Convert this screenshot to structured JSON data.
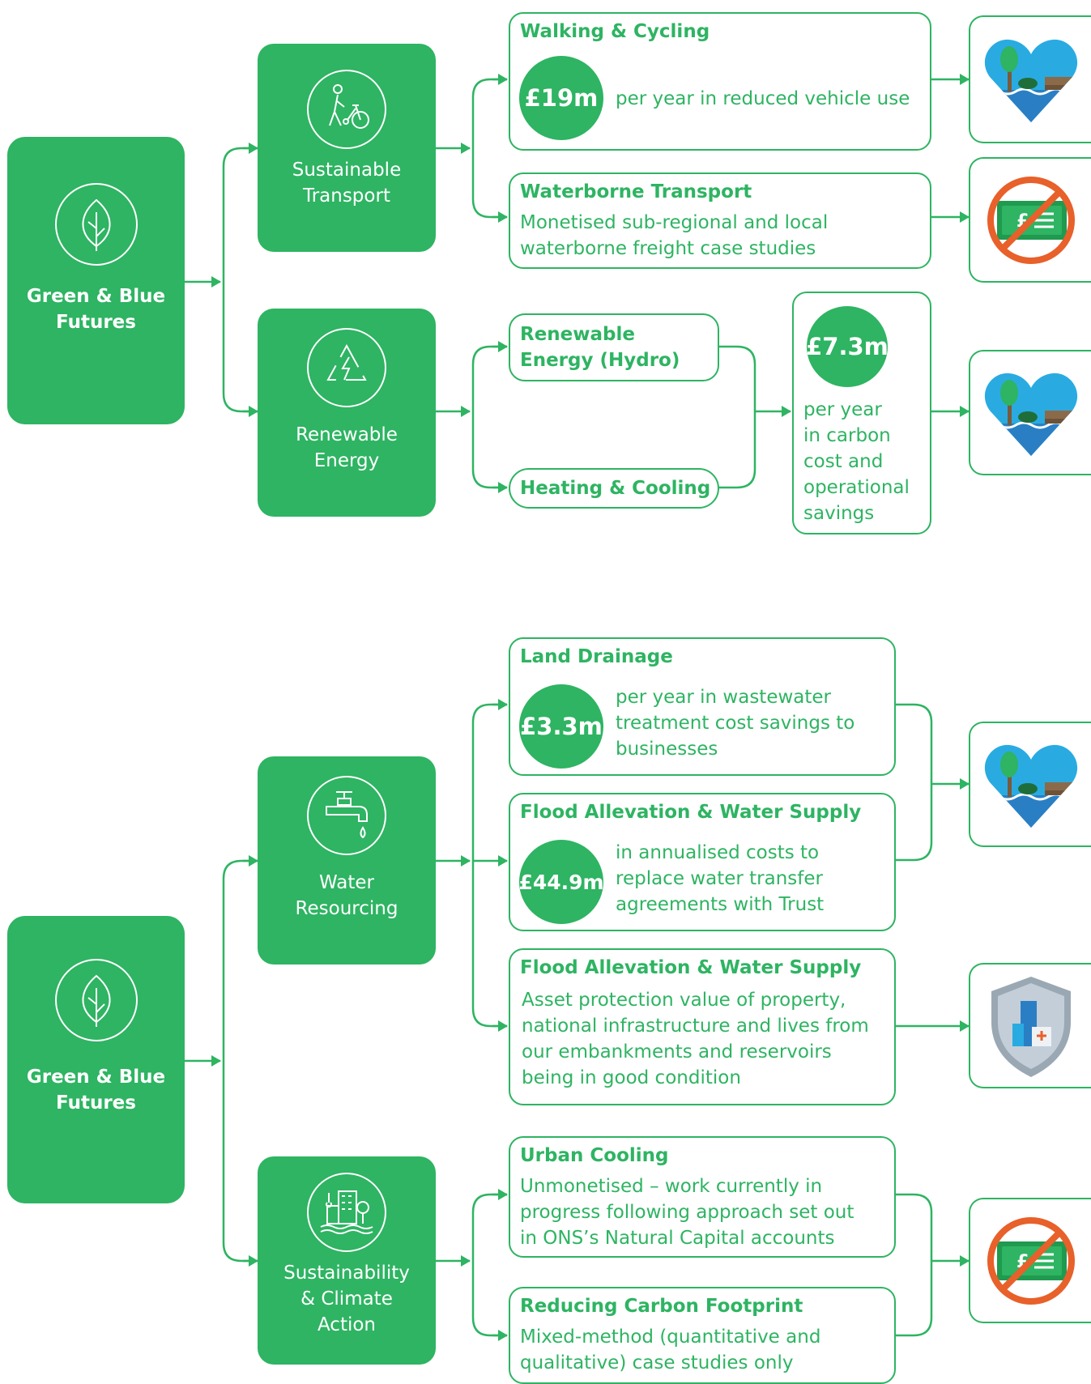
{
  "colors": {
    "green": "#2eb462",
    "orange": "#e8602a",
    "water_blue": "#2a7fc4",
    "sky_blue": "#29abe2"
  },
  "sections": [
    {
      "root": {
        "title_line1": "Green & Blue",
        "title_line2": "Futures",
        "icon": "leaf-icon"
      },
      "categories": [
        {
          "line1": "Sustainable",
          "line2": "Transport",
          "icon": "walking-cycling-icon"
        },
        {
          "line1": "Renewable",
          "line2": "Energy",
          "icon": "recycle-energy-icon"
        }
      ]
    },
    {
      "root": {
        "title_line1": "Green & Blue",
        "title_line2": "Futures",
        "icon": "leaf-icon"
      },
      "categories": [
        {
          "line1": "Water",
          "line2": "Resourcing",
          "icon": "water-tap-icon"
        },
        {
          "line1": "Sustainability",
          "line2": "& Climate",
          "line3": "Action",
          "icon": "city-climate-icon"
        }
      ]
    }
  ],
  "outcomes": {
    "walking": {
      "title": "Walking & Cycling",
      "value": "£19m",
      "text": "per year in reduced vehicle use"
    },
    "waterborne": {
      "title": "Waterborne Transport",
      "line1": "Monetised sub-regional and local",
      "line2": "waterborne freight case studies"
    },
    "hydro": {
      "line1": "Renewable",
      "line2": "Energy (Hydro)"
    },
    "heating": {
      "title": "Heating & Cooling"
    },
    "energy_value": {
      "value": "£7.3m",
      "line1": "per year",
      "line2": "in carbon",
      "line3": "cost and",
      "line4": "operational",
      "line5": "savings"
    },
    "land": {
      "title": "Land Drainage",
      "value": "£3.3m",
      "line1": "per year in wastewater",
      "line2": "treatment cost savings to",
      "line3": "businesses"
    },
    "flood1": {
      "title": "Flood Allevation & Water Supply",
      "value": "£44.9m",
      "line1": "in annualised costs to",
      "line2": "replace water transfer",
      "line3": "agreements with Trust"
    },
    "flood2": {
      "title": "Flood Allevation & Water Supply",
      "line1": "Asset protection value of property,",
      "line2": "national infrastructure and lives from",
      "line3": "our embankments and reservoirs",
      "line4": "being in good condition"
    },
    "urban": {
      "title": "Urban Cooling",
      "line1": "Unmonetised – work currently in",
      "line2": "progress following approach set out",
      "line3": "in ONS’s Natural Capital accounts"
    },
    "carbon": {
      "title": "Reducing Carbon Footprint",
      "line1": "Mixed-method (quantitative and",
      "line2": "qualitative) case studies only"
    }
  },
  "result_icons": [
    "heart-landscape-icon",
    "no-money-icon",
    "heart-landscape-icon",
    "heart-landscape-icon",
    "shield-buildings-icon",
    "no-money-icon"
  ]
}
